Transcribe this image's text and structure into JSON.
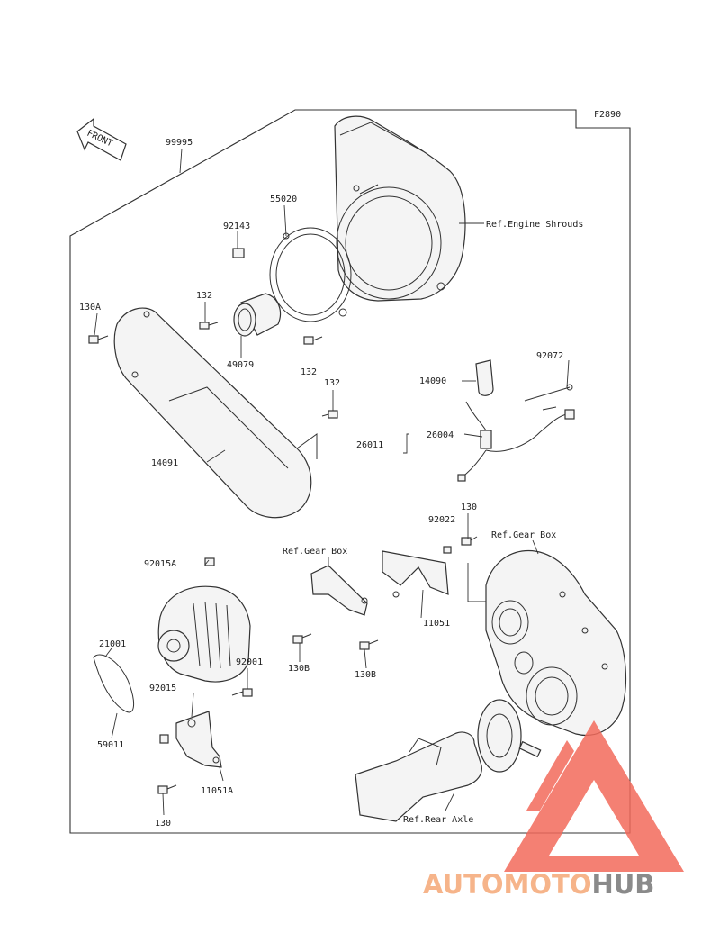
{
  "figure_code": "F2890",
  "front_arrow": "FRONT",
  "parts": {
    "p99995": "99995",
    "p55020": "55020",
    "p92143": "92143",
    "p130A": "130A",
    "p132a": "132",
    "p49079": "49079",
    "p132b": "132",
    "p132c": "132",
    "p14090": "14090",
    "p92072": "92072",
    "p26004": "26004",
    "p26011": "26011",
    "p14091": "14091",
    "p130a": "130",
    "p92022": "92022",
    "p92015A": "92015A",
    "p11051": "11051",
    "p130B1": "130B",
    "p130B2": "130B",
    "p21001": "21001",
    "p92001": "92001",
    "p92015": "92015",
    "p59011": "59011",
    "p11051A": "11051A",
    "p130b": "130"
  },
  "refs": {
    "engine_shrouds": "Ref.Engine Shrouds",
    "gear_box_1": "Ref.Gear Box",
    "gear_box_2": "Ref.Gear Box",
    "rear_axle": "Ref.Rear Axle"
  },
  "watermark": {
    "brand_part1": "AUTOMOTO",
    "brand_part2": "HUB",
    "colors": {
      "triangle": "#f26a5a",
      "auto": "#f6b48a",
      "hub": "#8a8a8a"
    }
  }
}
